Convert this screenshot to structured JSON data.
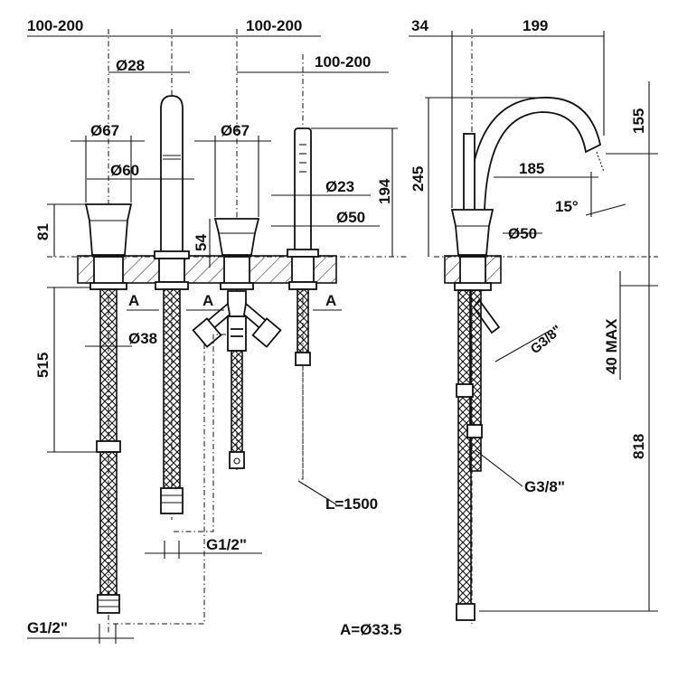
{
  "labels": {
    "top_spacing_1": "100-200",
    "top_spacing_2": "100-200",
    "top_spacing_3": "100-200",
    "spout_dia": "Ø28",
    "handle_dia_left": "Ø67",
    "handle_dia_center": "Ø67",
    "handle_base_dia": "Ø60",
    "shower_handle_dia": "Ø23",
    "shower_base_dia": "Ø50",
    "handle_height": "81",
    "shower_height": "194",
    "diverter_height": "54",
    "section_a_1": "A",
    "section_a_2": "A",
    "section_a_3": "A",
    "shank_dia": "Ø38",
    "hose_length_left": "515",
    "hose_l": "L=1500",
    "thread_center": "G1/2\"",
    "thread_left": "G1/2\"",
    "a_value": "A=Ø33.5",
    "side_offset": "34",
    "side_reach": "199",
    "side_height_total": "245",
    "side_arc_height": "155",
    "side_spout_reach": "185",
    "side_angle": "15°",
    "side_base_dia": "Ø50",
    "side_thread_top": "G3/8\"",
    "side_max_deck": "40 MAX",
    "side_thread_bottom": "G3/8\"",
    "side_total_length": "818"
  }
}
